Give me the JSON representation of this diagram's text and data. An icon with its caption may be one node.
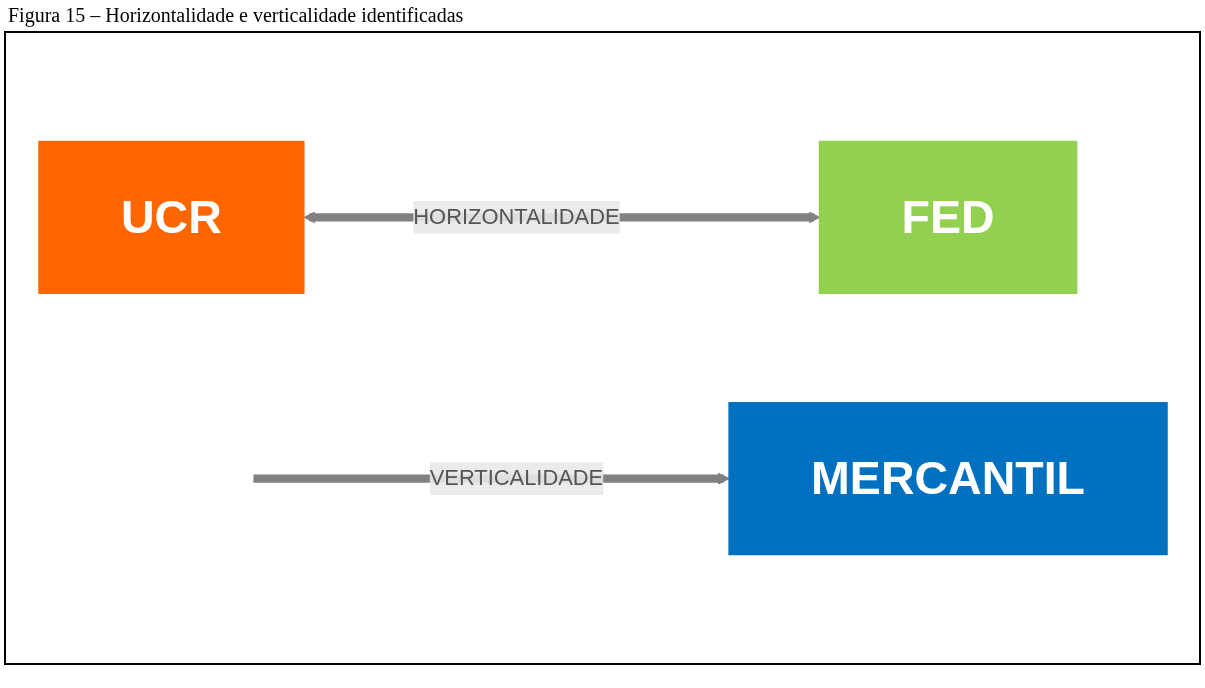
{
  "diagram": {
    "title": "Figura 15 – Horizontalidade e verticalidade identificadas",
    "nodes": [
      {
        "text": [
          "UCR"
        ]
      },
      {
        "text": [
          "FED"
        ]
      },
      {
        "text": [
          "MERCANTIL"
        ]
      }
    ],
    "edges": [
      {
        "from": 0,
        "to": 1,
        "arrow": "both",
        "label": "HORIZONTALIDADE"
      },
      {
        "from": null,
        "to": 2,
        "arrow": "to",
        "label": "VERTICALIDADE"
      }
    ]
  }
}
